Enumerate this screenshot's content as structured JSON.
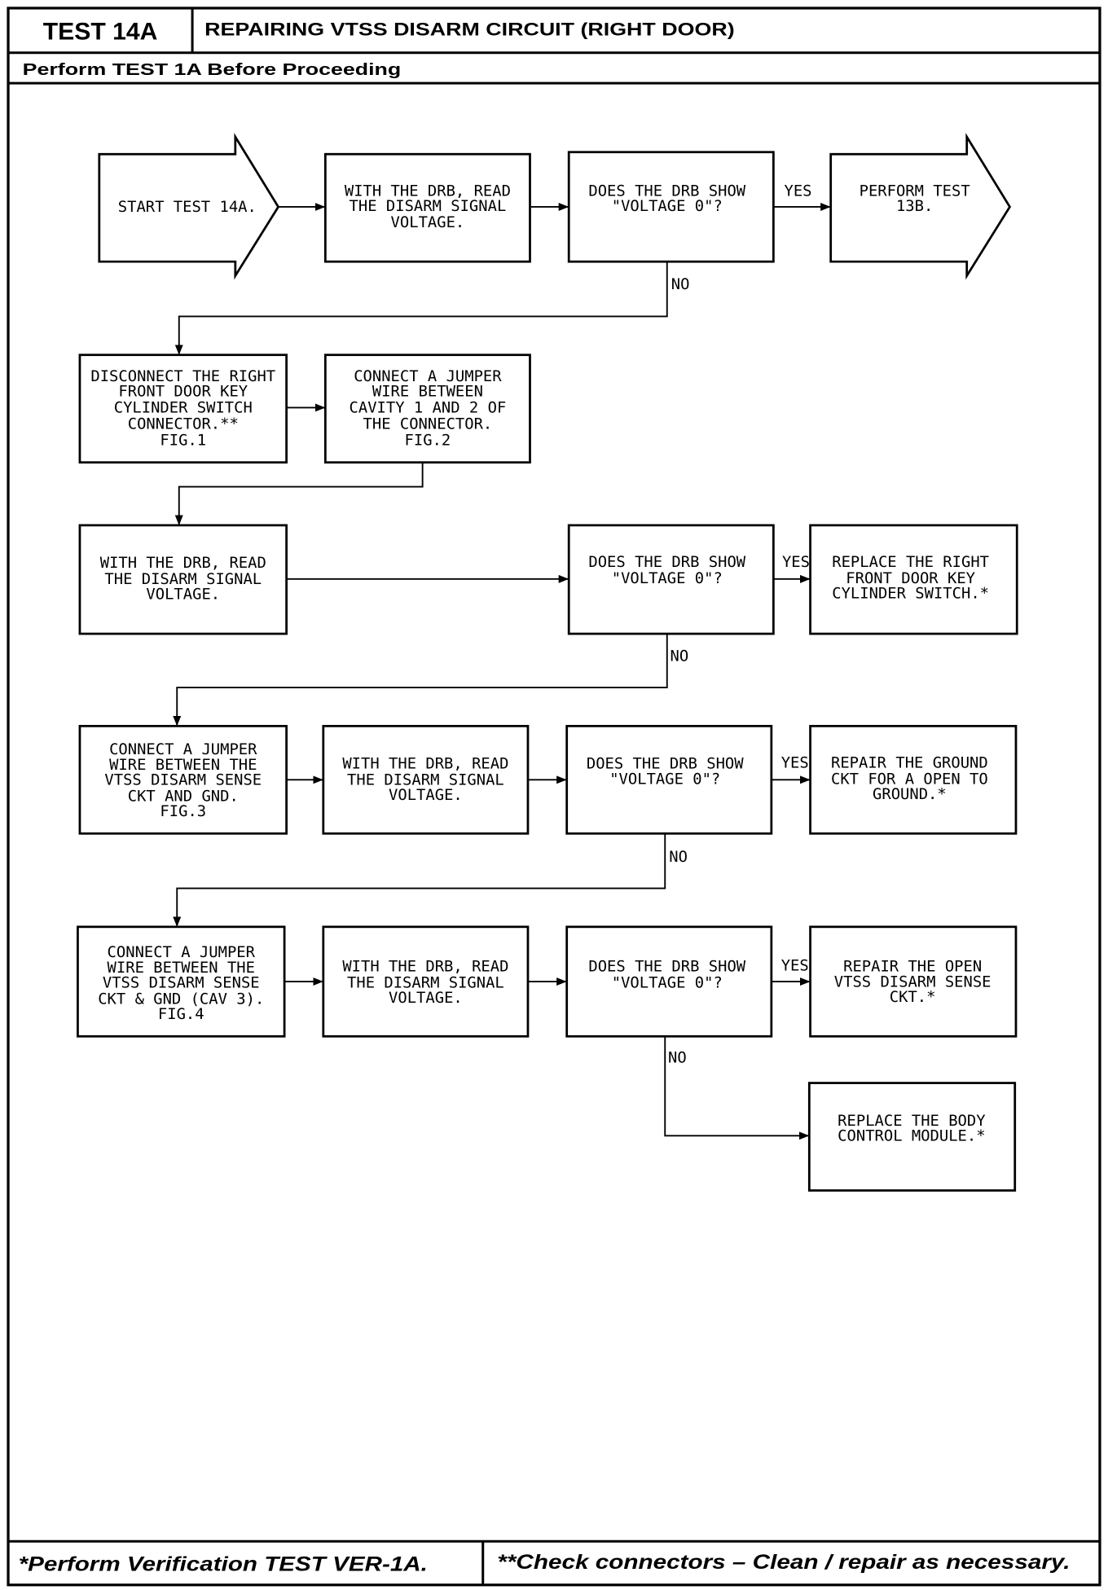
{
  "colors": {
    "ink": "#000000",
    "paper": "#ffffff"
  },
  "header": {
    "test_id": "TEST 14A",
    "title": "REPAIRING VTSS DISARM CIRCUIT (RIGHT DOOR)",
    "prerequisite": "Perform TEST 1A Before Proceeding"
  },
  "flow": {
    "start": [
      "START TEST 14A."
    ],
    "read_1": [
      "WITH THE DRB, READ",
      "THE DISARM SIGNAL",
      "VOLTAGE."
    ],
    "decision_1": [
      "DOES THE DRB SHOW",
      "\"VOLTAGE 0\"?"
    ],
    "yes_1": "YES",
    "perform_13b": [
      "PERFORM TEST",
      "13B."
    ],
    "no_1": "NO",
    "disconnect": [
      "DISCONNECT THE RIGHT",
      "FRONT DOOR KEY",
      "CYLINDER SWITCH",
      "CONNECTOR.**",
      "FIG.1"
    ],
    "jumper_cavity": [
      "CONNECT A JUMPER",
      "WIRE BETWEEN",
      "CAVITY 1 AND 2 OF",
      "THE CONNECTOR.",
      "FIG.2"
    ],
    "read_2": [
      "WITH THE DRB, READ",
      "THE DISARM SIGNAL",
      "VOLTAGE."
    ],
    "decision_2": [
      "DOES THE DRB SHOW",
      "\"VOLTAGE 0\"?"
    ],
    "yes_2": "YES",
    "replace_switch": [
      "REPLACE THE RIGHT",
      "FRONT DOOR KEY",
      "CYLINDER SWITCH.*"
    ],
    "no_2": "NO",
    "jumper_gnd": [
      "CONNECT A JUMPER",
      "WIRE BETWEEN THE",
      "VTSS DISARM SENSE",
      "CKT AND GND.",
      "FIG.3"
    ],
    "read_3": [
      "WITH THE DRB, READ",
      "THE DISARM SIGNAL",
      "VOLTAGE."
    ],
    "decision_3": [
      "DOES THE DRB SHOW",
      "\"VOLTAGE 0\"?"
    ],
    "yes_3": "YES",
    "repair_ground": [
      "REPAIR THE GROUND",
      "CKT FOR A OPEN TO",
      "GROUND.*"
    ],
    "no_3": "NO",
    "jumper_cav3": [
      "CONNECT A JUMPER",
      "WIRE BETWEEN THE",
      "VTSS DISARM SENSE",
      "CKT & GND (CAV 3).",
      "FIG.4"
    ],
    "read_4": [
      "WITH THE DRB, READ",
      "THE DISARM SIGNAL",
      "VOLTAGE."
    ],
    "decision_4": [
      "DOES THE DRB SHOW",
      "\"VOLTAGE 0\"?"
    ],
    "yes_4": "YES",
    "repair_open": [
      "REPAIR THE OPEN",
      "VTSS DISARM SENSE",
      "CKT.*"
    ],
    "no_4": "NO",
    "replace_bcm": [
      "REPLACE THE BODY",
      "CONTROL MODULE.*"
    ]
  },
  "footer": {
    "note_1": "*Perform Verification TEST VER-1A.",
    "note_2": "**Check connectors – Clean / repair as necessary."
  }
}
